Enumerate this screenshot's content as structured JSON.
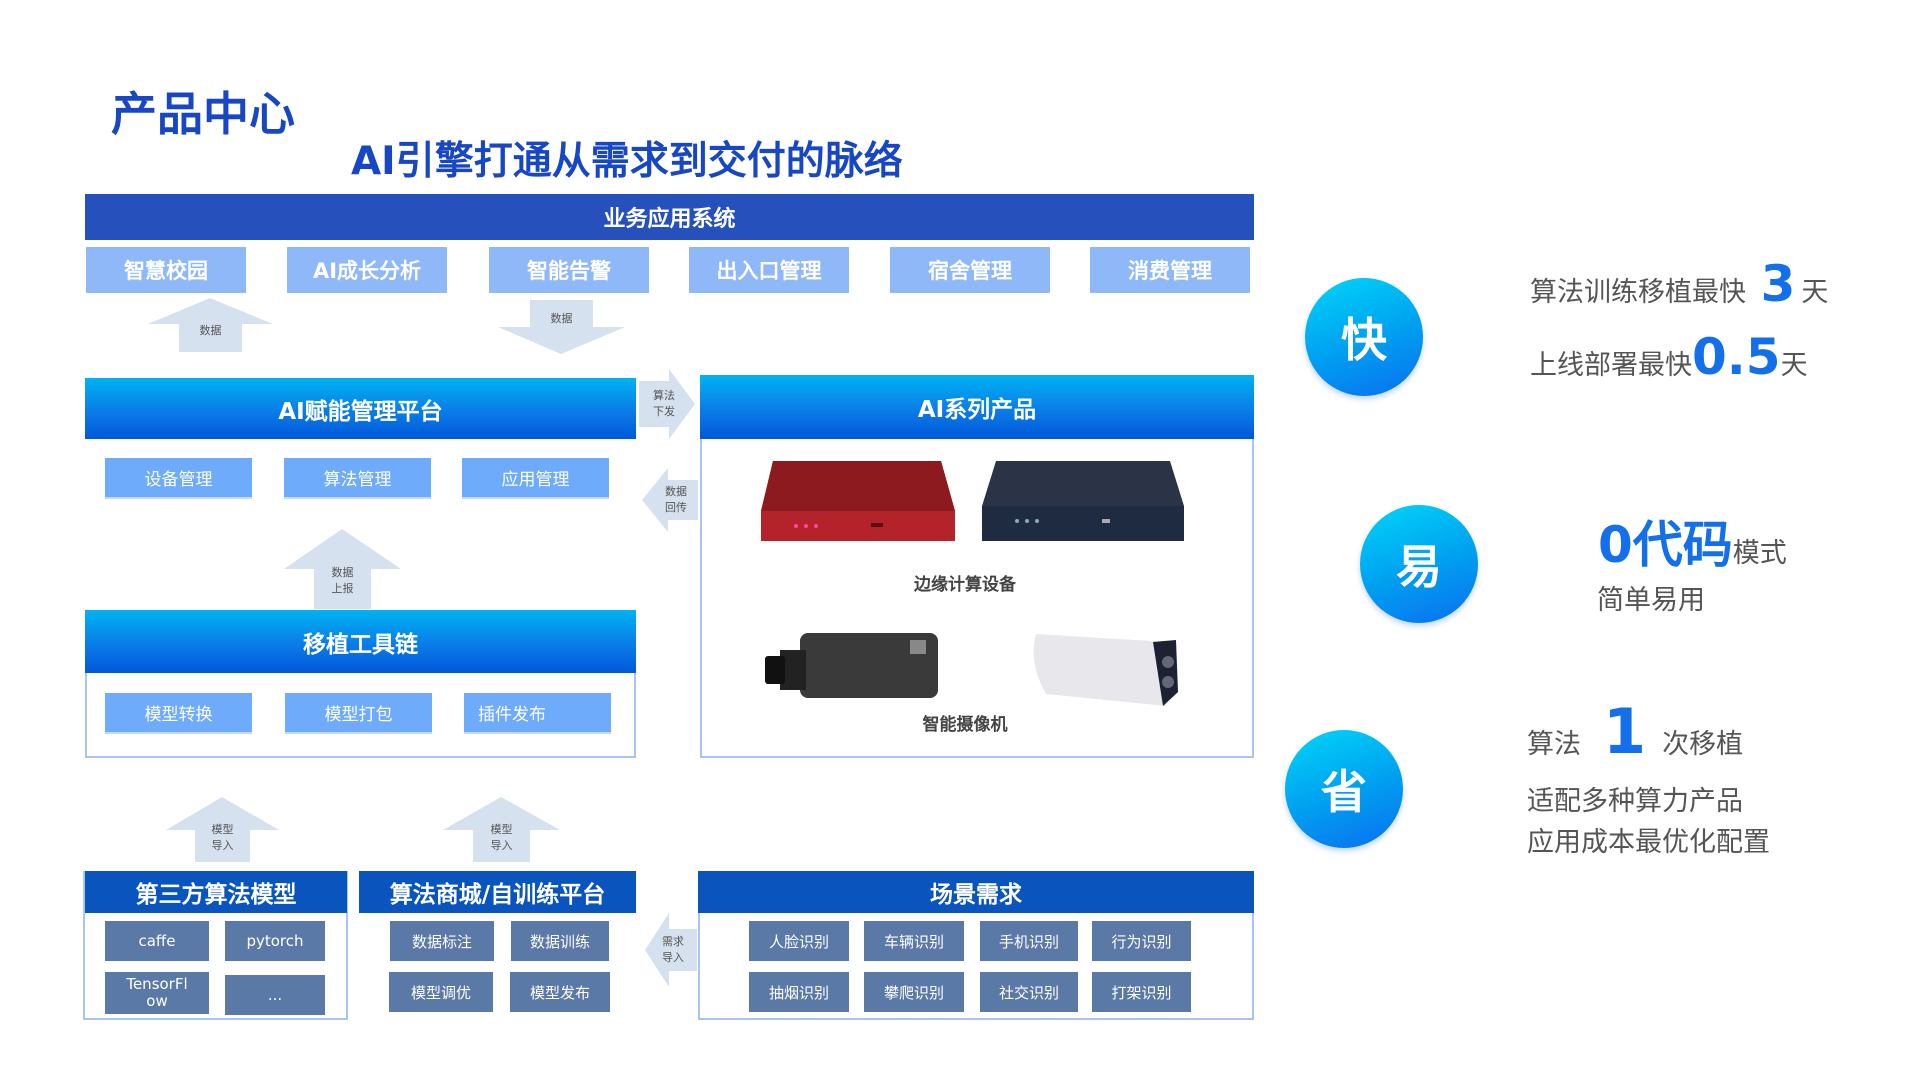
{
  "title": "产品中心",
  "subtitle": "AI引擎打通从需求到交付的脉络",
  "business": {
    "title": "业务应用系统",
    "apps": [
      "智慧校园",
      "AI成长分析",
      "智能告警",
      "出入口管理",
      "宿舍管理",
      "消费管理"
    ]
  },
  "arrows": {
    "data_up": "数据",
    "data_down": "数据",
    "algo_down": [
      "算法",
      "下发"
    ],
    "data_back": [
      "数据",
      "回传"
    ],
    "data_report": [
      "数据",
      "上报"
    ],
    "model_import": [
      "模型",
      "导入"
    ],
    "demand_import": [
      "需求",
      "导入"
    ]
  },
  "platform": {
    "title": "AI赋能管理平台",
    "items": [
      "设备管理",
      "算法管理",
      "应用管理"
    ]
  },
  "toolchain": {
    "title": "移植工具链",
    "items": [
      "模型转换",
      "模型打包",
      "插件发布"
    ]
  },
  "products": {
    "title": "AI系列产品",
    "edge_label": "边缘计算设备",
    "camera_label": "智能摄像机"
  },
  "third_party": {
    "title": "第三方算法模型",
    "items": [
      "caffe",
      "pytorch",
      "TensorFl ow",
      "..."
    ]
  },
  "market": {
    "title": "算法商城/自训练平台",
    "items": [
      "数据标注",
      "数据训练",
      "模型调优",
      "模型发布"
    ]
  },
  "scenes": {
    "title": "场景需求",
    "items": [
      "人脸识别",
      "车辆识别",
      "手机识别",
      "行为识别",
      "抽烟识别",
      "攀爬识别",
      "社交识别",
      "打架识别"
    ]
  },
  "features": {
    "fast": {
      "badge": "快",
      "l1_pre": "算法训练移植最快",
      "l1_num": "3",
      "l1_unit": "天",
      "l2_pre": "上线部署最快",
      "l2_num": "0.5",
      "l2_unit": "天"
    },
    "easy": {
      "badge": "易",
      "num": "0代码",
      "suffix": "模式",
      "l2": "简单易用"
    },
    "save": {
      "badge": "省",
      "pre": "算法",
      "num": "1",
      "suffix": "次移植",
      "l2": "适配多种算力产品",
      "l3": "应用成本最优化配置"
    }
  },
  "colors": {
    "accent": "#1470ea",
    "title": "#1747c4",
    "header": "#2651bd",
    "light_box": "#8fb8f8",
    "dark_box": "#5b79a6"
  }
}
